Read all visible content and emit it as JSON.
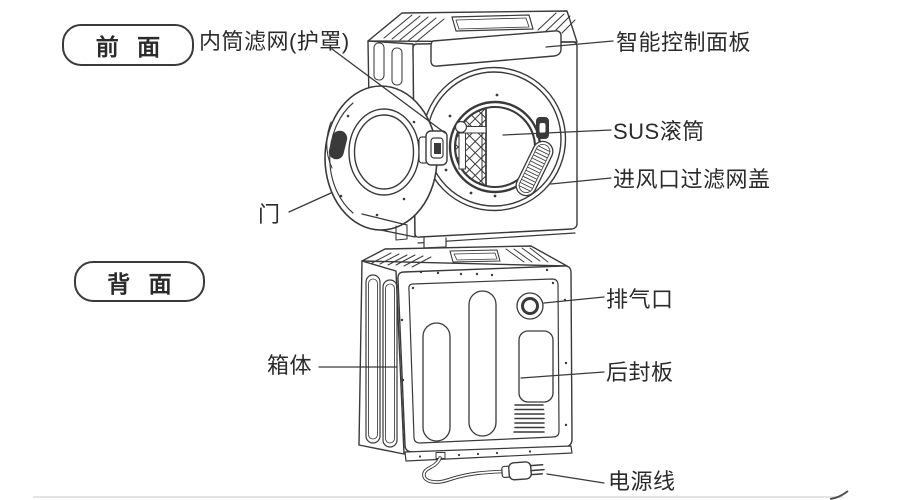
{
  "colors": {
    "line": "#3a3a3a",
    "text": "#2b2b2b",
    "divider": "#dcdcdc"
  },
  "front_section": {
    "badge_label": "前 面",
    "labels": {
      "inner_drum_filter": "内筒滤网(护罩)",
      "smart_control_panel": "智能控制面板",
      "sus_drum": "SUS滚筒",
      "air_inlet_filter_cover": "进风口过滤网盖",
      "door": "门"
    }
  },
  "back_section": {
    "badge_label": "背 面",
    "labels": {
      "exhaust_port": "排气口",
      "cabinet": "箱体",
      "rear_seal_plate": "后封板",
      "power_cord": "电源线"
    }
  }
}
